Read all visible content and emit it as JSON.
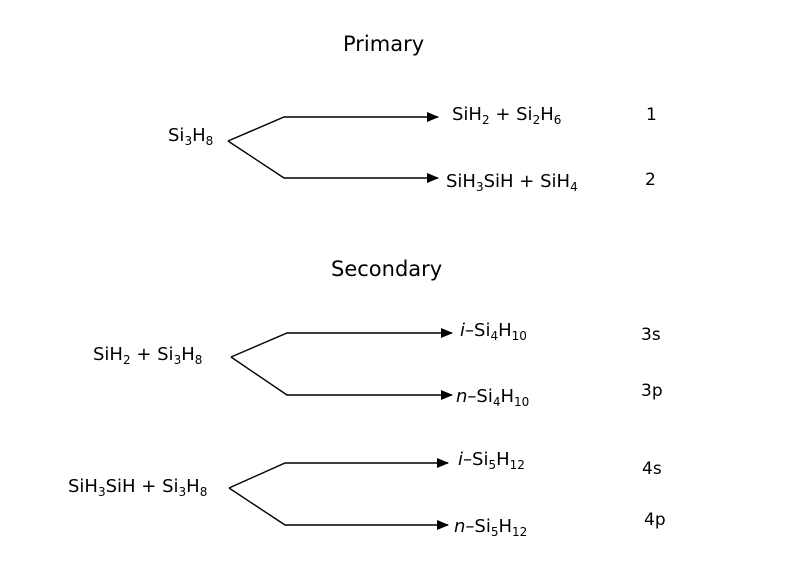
{
  "headings": {
    "primary": "Primary",
    "secondary": "Secondary"
  },
  "primary": {
    "reactant": "Si3H8",
    "products": [
      {
        "formula": "SiH2 + Si2H6",
        "label": "1"
      },
      {
        "formula": "SiH3SiH  + SiH4",
        "label": "2"
      }
    ]
  },
  "secondary": [
    {
      "reactant": "SiH2 + Si3H8",
      "products": [
        {
          "formula": "i–Si4H10",
          "label": "3s"
        },
        {
          "formula": "n–Si4H10",
          "label": "3p"
        }
      ]
    },
    {
      "reactant": "SiH3SiH + Si3H8",
      "products": [
        {
          "formula": "i–Si5H12",
          "label": "4s"
        },
        {
          "formula": "n–Si5H12",
          "label": "4p"
        }
      ]
    }
  ]
}
